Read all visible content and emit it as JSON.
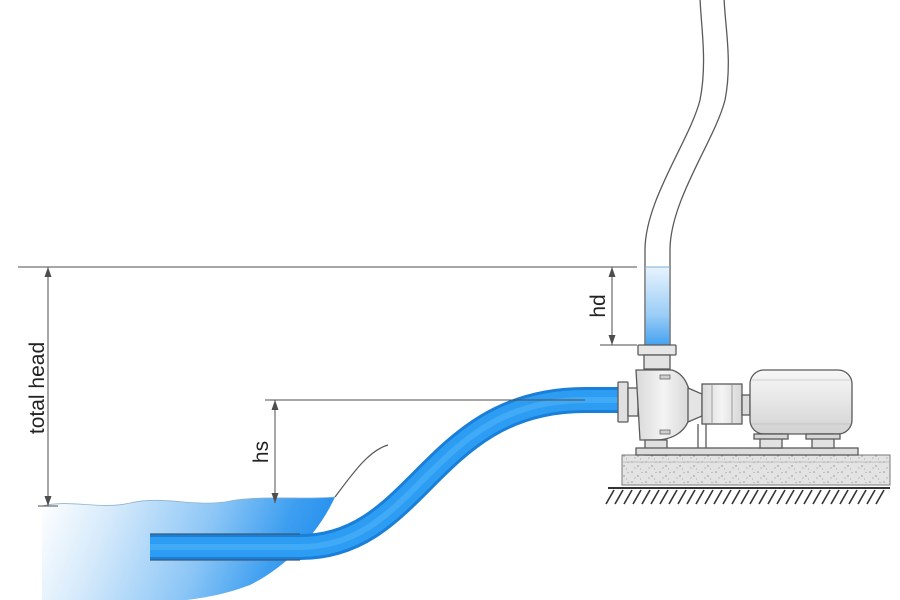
{
  "labels": {
    "total_head": "total head",
    "hd": "hd",
    "hs": "hs"
  },
  "colors": {
    "water_dark": "#1f8ff0",
    "water_light": "#e4f2fd",
    "pipe_outline": "#5a5a5a",
    "pump_body": "#e9e9e9",
    "motor_body": "#eeeeee",
    "base_block": "#dcdcdc",
    "ground_hatch": "#333333",
    "dimension_line": "#4d4d4d"
  },
  "components": [
    "reservoir-water",
    "suction-pipe",
    "centrifugal-pump",
    "electric-motor",
    "discharge-pipe",
    "concrete-base",
    "ground-hatching"
  ]
}
